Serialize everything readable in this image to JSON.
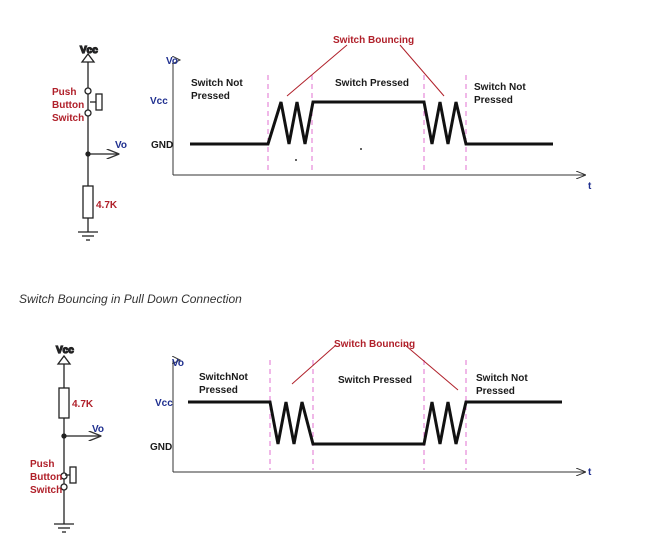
{
  "caption": "Switch Bouncing in Pull Down Connection",
  "colors": {
    "label_blue": "#1f2f8f",
    "label_red": "#b0202a",
    "trace": "#111111",
    "marker": "#e070d0"
  },
  "top": {
    "circuit": {
      "vcc": "Vcc",
      "switch_line1": "Push",
      "switch_line2": "Button",
      "switch_line3": "Switch",
      "vo": "Vo",
      "resistor": "4.7K"
    },
    "chart": {
      "y_axis": "Vo",
      "x_axis": "t",
      "vcc": "Vcc",
      "gnd": "GND",
      "bouncing": "Switch Bouncing",
      "left_state_1": "Switch Not",
      "left_state_2": "Pressed",
      "middle_state": "Switch Pressed",
      "right_state_1": "Switch Not",
      "right_state_2": "Pressed"
    }
  },
  "bottom": {
    "circuit": {
      "vcc": "Vcc",
      "resistor": "4.7K",
      "vo": "Vo",
      "switch_line1": "Push",
      "switch_line2": "Button",
      "switch_line3": "Switch"
    },
    "chart": {
      "y_axis": "Vo",
      "x_axis": "t",
      "vcc": "Vcc",
      "gnd": "GND",
      "bouncing": "Switch Bouncing",
      "left_state_1": "SwitchNot",
      "left_state_2": "Pressed",
      "middle_state": "Switch Pressed",
      "right_state_1": "Switch Not",
      "right_state_2": "Pressed"
    }
  }
}
